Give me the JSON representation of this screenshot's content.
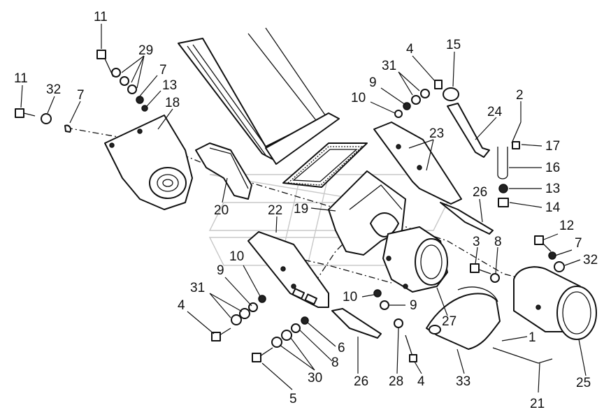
{
  "callouts": [
    {
      "id": "c11a",
      "text": "11"
    },
    {
      "id": "c29",
      "text": "29"
    },
    {
      "id": "c7a",
      "text": "7"
    },
    {
      "id": "c13a",
      "text": "13"
    },
    {
      "id": "c18",
      "text": "18"
    },
    {
      "id": "c11b",
      "text": "11"
    },
    {
      "id": "c32a",
      "text": "32"
    },
    {
      "id": "c7b",
      "text": "7"
    },
    {
      "id": "c4a",
      "text": "4"
    },
    {
      "id": "c15",
      "text": "15"
    },
    {
      "id": "c31a",
      "text": "31"
    },
    {
      "id": "c9a",
      "text": "9"
    },
    {
      "id": "c10a",
      "text": "10"
    },
    {
      "id": "c2",
      "text": "2"
    },
    {
      "id": "c24",
      "text": "24"
    },
    {
      "id": "c23",
      "text": "23"
    },
    {
      "id": "c17",
      "text": "17"
    },
    {
      "id": "c16",
      "text": "16"
    },
    {
      "id": "c13b",
      "text": "13"
    },
    {
      "id": "c14",
      "text": "14"
    },
    {
      "id": "c26a",
      "text": "26"
    },
    {
      "id": "c20",
      "text": "20"
    },
    {
      "id": "c22",
      "text": "22"
    },
    {
      "id": "c19",
      "text": "19"
    },
    {
      "id": "c12",
      "text": "12"
    },
    {
      "id": "c7c",
      "text": "7"
    },
    {
      "id": "c32b",
      "text": "32"
    },
    {
      "id": "c3",
      "text": "3"
    },
    {
      "id": "c8a",
      "text": "8"
    },
    {
      "id": "c10b",
      "text": "10"
    },
    {
      "id": "c9b",
      "text": "9"
    },
    {
      "id": "c31b",
      "text": "31"
    },
    {
      "id": "c4b",
      "text": "4"
    },
    {
      "id": "c10c",
      "text": "10"
    },
    {
      "id": "c9c",
      "text": "9"
    },
    {
      "id": "c27",
      "text": "27"
    },
    {
      "id": "c1",
      "text": "1"
    },
    {
      "id": "c6",
      "text": "6"
    },
    {
      "id": "c8b",
      "text": "8"
    },
    {
      "id": "c30",
      "text": "30"
    },
    {
      "id": "c26b",
      "text": "26"
    },
    {
      "id": "c28",
      "text": "28"
    },
    {
      "id": "c4c",
      "text": "4"
    },
    {
      "id": "c33",
      "text": "33"
    },
    {
      "id": "c25",
      "text": "25"
    },
    {
      "id": "c5",
      "text": "5"
    },
    {
      "id": "c21",
      "text": "21"
    }
  ]
}
